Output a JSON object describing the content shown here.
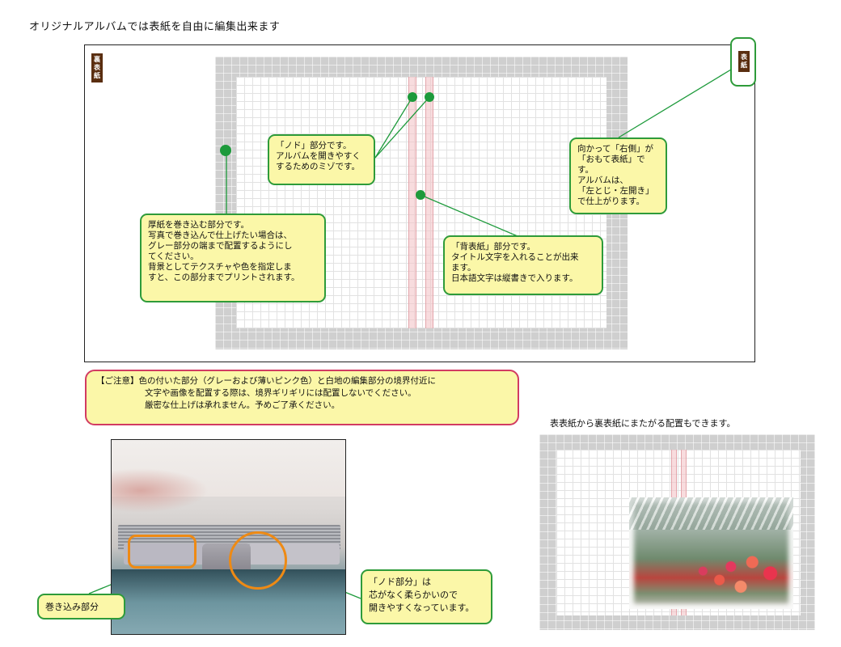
{
  "title": "オリジナルアルバムでは表紙を自由に編集出来ます",
  "back_cover_tag": "裏表紙",
  "front_cover_tag": "表紙",
  "callouts": {
    "nodo": "「ノド」部分です。\nアルバムを開きやすく\nするためのミゾです。",
    "wrap": "厚紙を巻き込む部分です。\n写真で巻き込んで仕上げたい場合は、\nグレー部分の端まで配置するようにし\nてください。\n背景としてテクスチャや色を指定しま\nすと、この部分までプリントされます。",
    "spine": "「背表紙」部分です。\nタイトル文字を入れることが出来\nます。\n日本語文字は縦書きで入ります。",
    "front": "向かって「右側」が\n「おもて表紙」です。\nアルバムは、\n「左とじ・左開き」\nで仕上がります。"
  },
  "caution": {
    "line1": "【ご注意】色の付いた部分（グレーおよび薄いピンク色）と白地の編集部分の境界付近に",
    "line2": "文字や画像を配置する際は、境界ギリギリには配置しないでください。",
    "line3": "厳密な仕上げは承れません。予めご了承ください。"
  },
  "photo_labels": {
    "wrap": "巻き込み部分",
    "nodo": "「ノド部分」は\n芯がなく柔らかいので\n開きやすくなっています。"
  },
  "small_caption": "表表紙から裏表紙にまたがる配置もできます。",
  "colors": {
    "callout_fill": "#fbf7a8",
    "callout_border": "#2e9b3a",
    "caution_border": "#d23b62",
    "highlight_orange": "#ee8a14",
    "cover_tag": "#5a2e10",
    "spine_pink": "#f4c4c8",
    "bleed_gray": "#cfcfcf"
  }
}
